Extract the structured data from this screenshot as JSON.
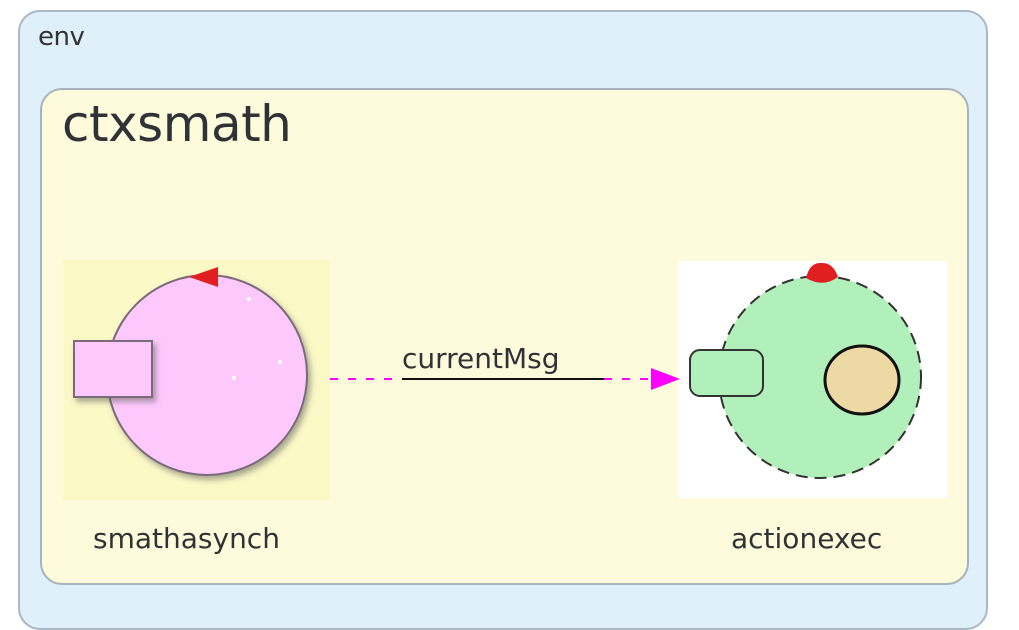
{
  "env": {
    "label": "env"
  },
  "context": {
    "label": "ctxsmath"
  },
  "nodes": {
    "source": {
      "label": "smathasynch"
    },
    "target": {
      "label": "actionexec"
    }
  },
  "connection": {
    "label": "currentMsg"
  },
  "colors": {
    "env_bg": "#dff0fb",
    "context_bg": "#fdfbdc",
    "source_fill": "#fdc9fd",
    "target_fill": "#b2f0bb",
    "arrow": "#ff00ff",
    "start_marker": "#e02020",
    "inner_state": "#ecd9a4"
  }
}
